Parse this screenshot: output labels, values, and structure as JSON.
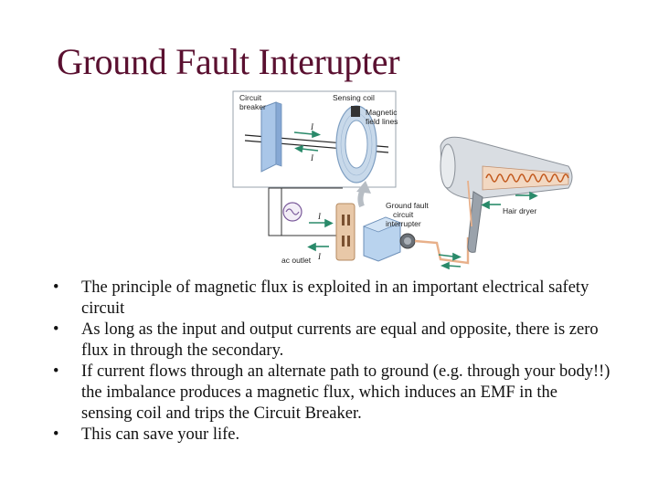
{
  "slide": {
    "title": "Ground Fault Interupter"
  },
  "figure": {
    "labels": {
      "circuit_breaker_line1": "Circuit",
      "circuit_breaker_line2": "breaker",
      "sensing_coil": "Sensing coil",
      "magnetic_line1": "Magnetic",
      "magnetic_line2": "field lines",
      "current_i": "I",
      "gfi_line1": "Ground fault",
      "gfi_line2": "circuit",
      "gfi_line3": "interrupter",
      "hair_dryer": "Hair dryer",
      "ac_outlet": "ac outlet"
    }
  },
  "bullets": [
    {
      "marker": "•",
      "text": "The principle of magnetic flux is exploited in an important electrical safety circuit"
    },
    {
      "marker": "•",
      "text": "As long as the input and output currents are equal and opposite, there is zero flux in through the secondary."
    },
    {
      "marker": "•",
      "text": "If current flows through an alternate path to ground (e.g. through your body!!) the imbalance produces a magnetic flux, which induces an EMF in the sensing coil and trips the Circuit Breaker."
    },
    {
      "marker": "•",
      "text": "This can save your life."
    }
  ]
}
